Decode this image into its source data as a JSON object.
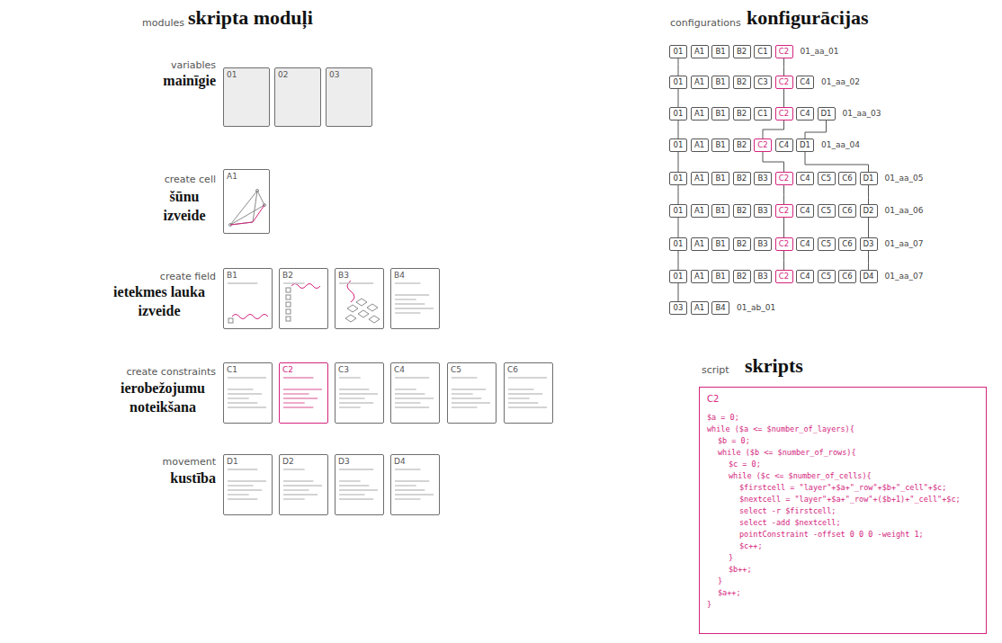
{
  "diagram": {
    "nodes": [
      {
        "text": [
          "01"
        ]
      },
      {
        "text": [
          "02"
        ]
      },
      {
        "text": [
          "03"
        ]
      },
      {
        "text": [
          "A1"
        ]
      },
      {
        "text": [
          "B1"
        ]
      },
      {
        "text": [
          "B2"
        ]
      },
      {
        "text": [
          "B3"
        ]
      },
      {
        "text": [
          "B4"
        ]
      },
      {
        "text": [
          "C1"
        ]
      },
      {
        "text": [
          "C2"
        ]
      },
      {
        "text": [
          "C3"
        ]
      },
      {
        "text": [
          "C4"
        ]
      },
      {
        "text": [
          "C5"
        ]
      },
      {
        "text": [
          "C6"
        ]
      },
      {
        "text": [
          "D1"
        ]
      },
      {
        "text": [
          "D2"
        ]
      },
      {
        "text": [
          "D3"
        ]
      },
      {
        "text": [
          "D4"
        ]
      },
      {
        "text": [
          "01"
        ]
      },
      {
        "text": [
          "A1"
        ]
      },
      {
        "text": [
          "B1"
        ]
      },
      {
        "text": [
          "B2"
        ]
      },
      {
        "text": [
          "C1"
        ]
      },
      {
        "text": [
          "C2"
        ]
      },
      {
        "text": [
          "01"
        ]
      },
      {
        "text": [
          "A1"
        ]
      },
      {
        "text": [
          "B1"
        ]
      },
      {
        "text": [
          "B2"
        ]
      },
      {
        "text": [
          "C3"
        ]
      },
      {
        "text": [
          "C2"
        ]
      },
      {
        "text": [
          "C4"
        ]
      },
      {
        "text": [
          "01"
        ]
      },
      {
        "text": [
          "A1"
        ]
      },
      {
        "text": [
          "B1"
        ]
      },
      {
        "text": [
          "B2"
        ]
      },
      {
        "text": [
          "C1"
        ]
      },
      {
        "text": [
          "C2"
        ]
      },
      {
        "text": [
          "C4"
        ]
      },
      {
        "text": [
          "D1"
        ]
      },
      {
        "text": [
          "01"
        ]
      },
      {
        "text": [
          "A1"
        ]
      },
      {
        "text": [
          "B1"
        ]
      },
      {
        "text": [
          "B2"
        ]
      },
      {
        "text": [
          "C2"
        ]
      },
      {
        "text": [
          "C4"
        ]
      },
      {
        "text": [
          "D1"
        ]
      },
      {
        "text": [
          "01"
        ]
      },
      {
        "text": [
          "A1"
        ]
      },
      {
        "text": [
          "B1"
        ]
      },
      {
        "text": [
          "B2"
        ]
      },
      {
        "text": [
          "B3"
        ]
      },
      {
        "text": [
          "C2"
        ]
      },
      {
        "text": [
          "C4"
        ]
      },
      {
        "text": [
          "C5"
        ]
      },
      {
        "text": [
          "C6"
        ]
      },
      {
        "text": [
          "D1"
        ]
      },
      {
        "text": [
          "01"
        ]
      },
      {
        "text": [
          "A1"
        ]
      },
      {
        "text": [
          "B1"
        ]
      },
      {
        "text": [
          "B2"
        ]
      },
      {
        "text": [
          "B3"
        ]
      },
      {
        "text": [
          "C2"
        ]
      },
      {
        "text": [
          "C4"
        ]
      },
      {
        "text": [
          "C5"
        ]
      },
      {
        "text": [
          "C6"
        ]
      },
      {
        "text": [
          "D2"
        ]
      },
      {
        "text": [
          "01"
        ]
      },
      {
        "text": [
          "A1"
        ]
      },
      {
        "text": [
          "B1"
        ]
      },
      {
        "text": [
          "B2"
        ]
      },
      {
        "text": [
          "B3"
        ]
      },
      {
        "text": [
          "C2"
        ]
      },
      {
        "text": [
          "C4"
        ]
      },
      {
        "text": [
          "C5"
        ]
      },
      {
        "text": [
          "C6"
        ]
      },
      {
        "text": [
          "D3"
        ]
      },
      {
        "text": [
          "01"
        ]
      },
      {
        "text": [
          "A1"
        ]
      },
      {
        "text": [
          "B1"
        ]
      },
      {
        "text": [
          "B2"
        ]
      },
      {
        "text": [
          "B3"
        ]
      },
      {
        "text": [
          "C2"
        ]
      },
      {
        "text": [
          "C4"
        ]
      },
      {
        "text": [
          "C5"
        ]
      },
      {
        "text": [
          "C6"
        ]
      },
      {
        "text": [
          "D4"
        ]
      },
      {
        "text": [
          "03"
        ]
      },
      {
        "text": [
          "A1"
        ]
      },
      {
        "text": [
          "B4"
        ]
      },
      {
        "text": [
          "C2",
          "$a = 0;",
          "while ($a <= $number_of_layers){",
          "$b = 0;",
          "while ($b <= $number_of_rows){",
          "$c = 0;",
          "while ($c <= $number_of_cells){",
          "$firstcell = \"layer\"+$a+\"_row\"+$b+\"_cell\"+$c;",
          "$nextcell = \"layer\"+$a+\"_row\"+($b+1)+\"_cell\"+$c;",
          "select -r $firstcell;",
          "select -add $nextcell;",
          "pointConstraint -offset 0 0 0 -weight 1;",
          "$c++;",
          "}",
          "$b++;",
          "}",
          "$a++;",
          "}"
        ]
      }
    ],
    "edges": [
      {
        "from": 18,
        "to": 24,
        "arrow": "none"
      },
      {
        "from": 24,
        "to": 31,
        "arrow": "none"
      },
      {
        "from": 31,
        "to": 39,
        "arrow": "none"
      },
      {
        "from": 39,
        "to": 46,
        "arrow": "none"
      },
      {
        "from": 46,
        "to": 56,
        "arrow": "none"
      },
      {
        "from": 56,
        "to": 66,
        "arrow": "none"
      },
      {
        "from": 66,
        "to": 76,
        "arrow": "none"
      },
      {
        "from": 76,
        "to": 86,
        "arrow": "none"
      },
      {
        "from": 23,
        "to": 29,
        "arrow": "none"
      },
      {
        "from": 29,
        "to": 36,
        "arrow": "none"
      },
      {
        "from": 36,
        "to": 43,
        "arrow": "none"
      },
      {
        "from": 43,
        "to": 51,
        "arrow": "none"
      },
      {
        "from": 51,
        "to": 61,
        "arrow": "none"
      },
      {
        "from": 61,
        "to": 71,
        "arrow": "none"
      },
      {
        "from": 71,
        "to": 81,
        "arrow": "none"
      },
      {
        "from": 38,
        "to": 45,
        "arrow": "none"
      },
      {
        "from": 45,
        "to": 55,
        "arrow": "none"
      },
      {
        "from": 55,
        "to": 65,
        "arrow": "none"
      },
      {
        "from": 65,
        "to": 75,
        "arrow": "none"
      },
      {
        "from": 75,
        "to": 85,
        "arrow": "none"
      }
    ],
    "labels": [
      "modules",
      "skripta moduļi",
      "variables",
      "mainīgie",
      "create cell",
      "šūnu izveide",
      "create field",
      "ietekmes lauka izveide",
      "create constraints",
      "ierobežojumu noteikšana",
      "movement",
      "kustība",
      "configurations",
      "konfigurācijas",
      "01_aa_01",
      "01_aa_02",
      "01_aa_03",
      "01_aa_04",
      "01_aa_05",
      "01_aa_06",
      "01_aa_07",
      "01_aa_07",
      "01_ab_01",
      "script",
      "skripts"
    ]
  }
}
